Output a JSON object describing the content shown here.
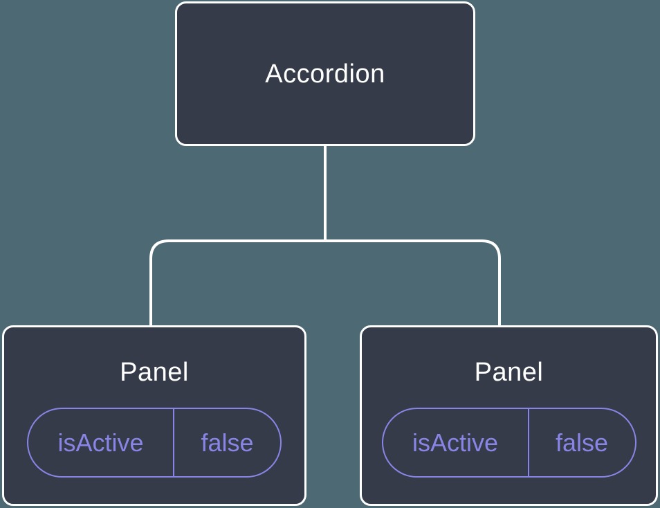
{
  "diagram": {
    "type": "component-tree",
    "root": {
      "label": "Accordion"
    },
    "children": [
      {
        "label": "Panel",
        "state": {
          "name": "isActive",
          "value": "false"
        }
      },
      {
        "label": "Panel",
        "state": {
          "name": "isActive",
          "value": "false"
        }
      }
    ],
    "colors": {
      "background": "#4D6973",
      "node_fill": "#353B48",
      "node_border": "#FFFFFF",
      "connector": "#FFFFFF",
      "state_accent": "#8885E6",
      "title_text": "#FFFFFF"
    }
  }
}
